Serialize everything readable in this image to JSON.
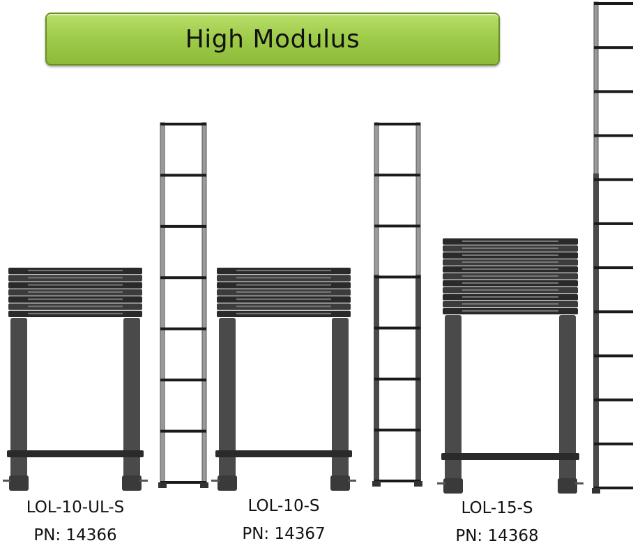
{
  "banner": {
    "title": "High Modulus"
  },
  "products": [
    {
      "model": "LOL-10-UL-S",
      "pn": "PN: 14366"
    },
    {
      "model": "LOL-10-S",
      "pn": "PN: 14367"
    },
    {
      "model": "LOL-15-S",
      "pn": "PN: 14368"
    }
  ],
  "colors": {
    "banner_fill": "#a0cc4c",
    "ladder_dark": "#4a4a4a",
    "ladder_light": "#9a9a9a",
    "rung": "#1a1a1a"
  }
}
